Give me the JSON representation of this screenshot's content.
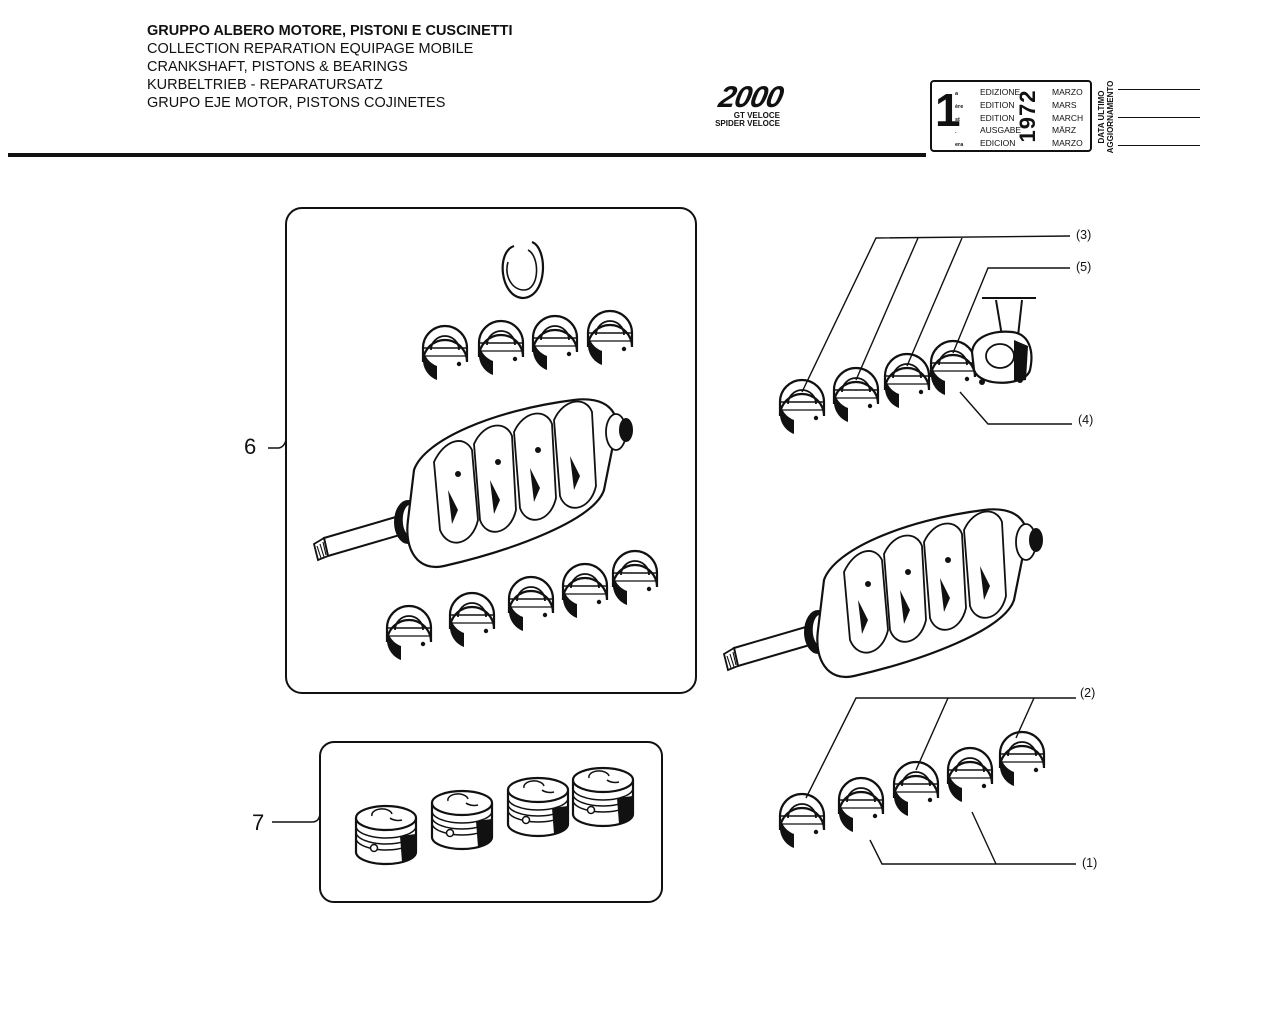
{
  "header": {
    "titles": [
      "GRUPPO ALBERO MOTORE, PISTONI E CUSCINETTI",
      "COLLECTION REPARATION EQUIPAGE MOBILE",
      "CRANKSHAFT, PISTONS & BEARINGS",
      "KURBELTRIEB - REPARATURSATZ",
      "GRUPO EJE MOTOR, PISTONS COJINETES"
    ],
    "logo": {
      "text": "2000",
      "sub_line1": "GT VELOCE",
      "sub_line2": "SPIDER VELOCE"
    },
    "edition": {
      "number": "1",
      "suffixes": [
        "a",
        "ère",
        "st",
        ".",
        "era"
      ],
      "labels": [
        "EDIZIONE",
        "EDITION",
        "EDITION",
        "AUSGABE",
        "EDICION"
      ],
      "months": [
        "MARZO",
        "MARS",
        "MARCH",
        "MÄRZ",
        "MARZO"
      ],
      "year": "1972"
    },
    "update_label": {
      "line1": "DATA ULTIMO",
      "line2": "AGGIORNAMENTO"
    }
  },
  "callouts": {
    "c1": "(1)",
    "c2": "(2)",
    "c3": "(3)",
    "c4": "(4)",
    "c5": "(5)"
  },
  "kit_numbers": {
    "crankshaft_kit": "6",
    "piston_kit": "7"
  }
}
